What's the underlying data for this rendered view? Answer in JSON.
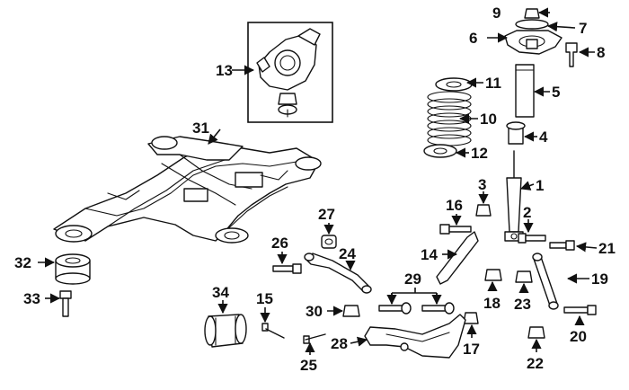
{
  "diagram": {
    "callouts": [
      {
        "id": "c1",
        "label": "1"
      },
      {
        "id": "c2",
        "label": "2"
      },
      {
        "id": "c3",
        "label": "3"
      },
      {
        "id": "c4",
        "label": "4"
      },
      {
        "id": "c5",
        "label": "5"
      },
      {
        "id": "c6",
        "label": "6"
      },
      {
        "id": "c7",
        "label": "7"
      },
      {
        "id": "c8",
        "label": "8"
      },
      {
        "id": "c9",
        "label": "9"
      },
      {
        "id": "c10",
        "label": "10"
      },
      {
        "id": "c11",
        "label": "11"
      },
      {
        "id": "c12",
        "label": "12"
      },
      {
        "id": "c13",
        "label": "13"
      },
      {
        "id": "c14",
        "label": "14"
      },
      {
        "id": "c15",
        "label": "15"
      },
      {
        "id": "c16",
        "label": "16"
      },
      {
        "id": "c17",
        "label": "17"
      },
      {
        "id": "c18",
        "label": "18"
      },
      {
        "id": "c19",
        "label": "19"
      },
      {
        "id": "c20",
        "label": "20"
      },
      {
        "id": "c21",
        "label": "21"
      },
      {
        "id": "c22",
        "label": "22"
      },
      {
        "id": "c23",
        "label": "23"
      },
      {
        "id": "c24",
        "label": "24"
      },
      {
        "id": "c25",
        "label": "25"
      },
      {
        "id": "c26",
        "label": "26"
      },
      {
        "id": "c27",
        "label": "27"
      },
      {
        "id": "c28",
        "label": "28"
      },
      {
        "id": "c29",
        "label": "29"
      },
      {
        "id": "c30",
        "label": "30"
      },
      {
        "id": "c31",
        "label": "31"
      },
      {
        "id": "c32",
        "label": "32"
      },
      {
        "id": "c33",
        "label": "33"
      },
      {
        "id": "c34",
        "label": "34"
      }
    ]
  }
}
